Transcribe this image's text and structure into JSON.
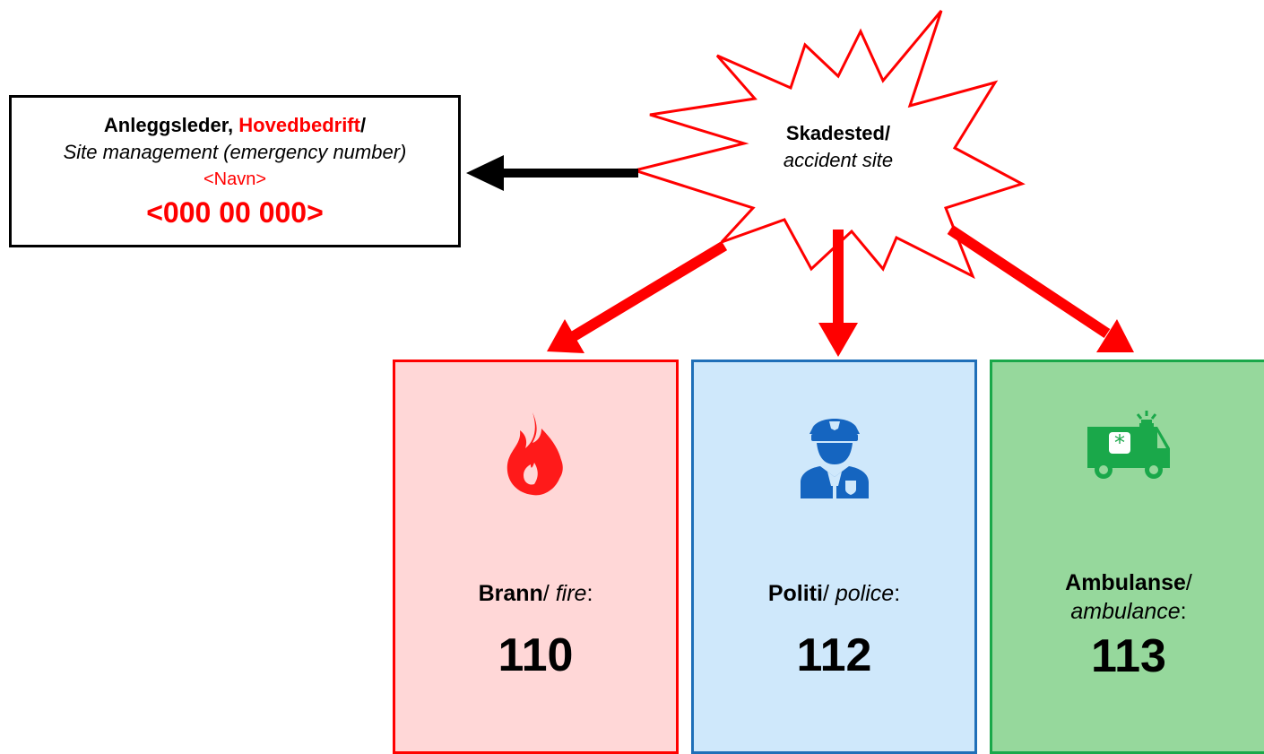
{
  "management": {
    "title_a": "Anleggsleder, ",
    "title_b": "Hovedbedrift",
    "title_c": "/",
    "subtitle": "Site management (emergency number)",
    "name_placeholder": "<Navn>",
    "phone_placeholder": "<000 00 000>"
  },
  "accident": {
    "title": "Skadested/",
    "subtitle": "accident site"
  },
  "services": [
    {
      "name": "Brann",
      "sep": "/ ",
      "english": "fire",
      "colon": ":",
      "number": "110"
    },
    {
      "name": "Politi",
      "sep": "/ ",
      "english": "police",
      "colon": ":",
      "number": "112"
    },
    {
      "name": "Ambulanse",
      "sep": "/",
      "english": "ambulance",
      "colon": ":",
      "number": "113"
    }
  ],
  "colors": {
    "red": "#ff0000",
    "fire_bg": "#ffd7d7",
    "police_bg": "#cfe8fb",
    "police_border": "#1f6fb8",
    "ambulance_bg": "#96d89c",
    "ambulance_border": "#1aa84a"
  },
  "icons": [
    "fire-icon",
    "police-officer-icon",
    "ambulance-icon"
  ]
}
